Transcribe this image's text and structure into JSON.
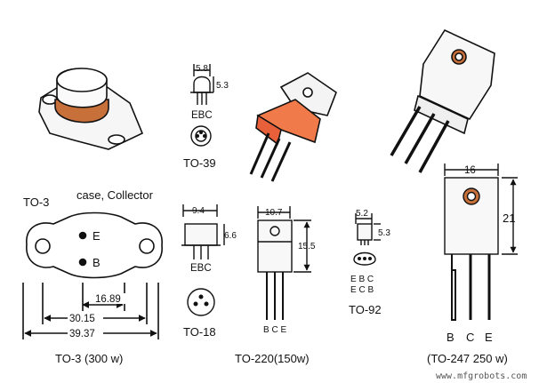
{
  "labels": {
    "to3_title": "TO-3",
    "case_collector": "case, Collector",
    "pin_e": "E",
    "pin_b": "B",
    "dim_16_89": "16.89",
    "dim_30_15": "30.15",
    "dim_39_37": "39.37",
    "to3_caption": "TO-3 (300 w)",
    "to39_dim_w": "5.8",
    "to39_dim_h": "5.3",
    "to39_pins": "EBC",
    "to39_title": "TO-39",
    "to18_dim_w": "9.4",
    "to18_dim_h": "6.6",
    "to18_pins": "EBC",
    "to18_title": "TO-18",
    "to220_dim_w": "10.7",
    "to220_dim_h": "15.5",
    "to220_pins": "B C E",
    "to220_caption": "TO-220(150w)",
    "to92_dim_w": "5.2",
    "to92_dim_h": "5.3",
    "to92_pins_row1": "E B C",
    "to92_pins_row2": "E C B",
    "to92_title": "TO-92",
    "to247_dim_w": "16",
    "to247_dim_h": "21",
    "to247_pin_b": "B",
    "to247_pin_c": "C",
    "to247_pin_e": "E",
    "to247_caption": "(TO-247 250 w)",
    "watermark": "www.mfgrobots.com"
  },
  "colors": {
    "copper": "#c8703a",
    "orange_tab": "#f07a4a",
    "metal": "#f4f4f4",
    "line": "#111111"
  }
}
